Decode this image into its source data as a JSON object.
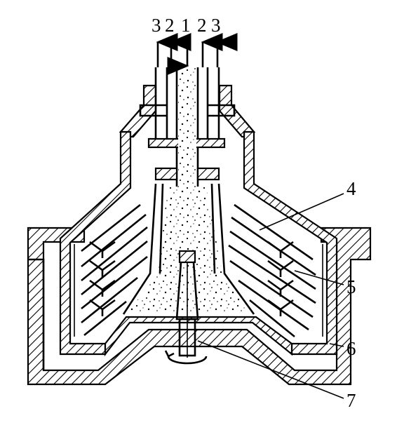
{
  "diagram": {
    "flow_labels": {
      "outlet_left_outer": "3",
      "outlet_left_inner": "2",
      "inlet": "1",
      "outlet_right_inner": "2",
      "outlet_right_outer": "3"
    },
    "callouts": {
      "part_4": "4",
      "part_5": "5",
      "part_6": "6",
      "part_7": "7"
    }
  }
}
